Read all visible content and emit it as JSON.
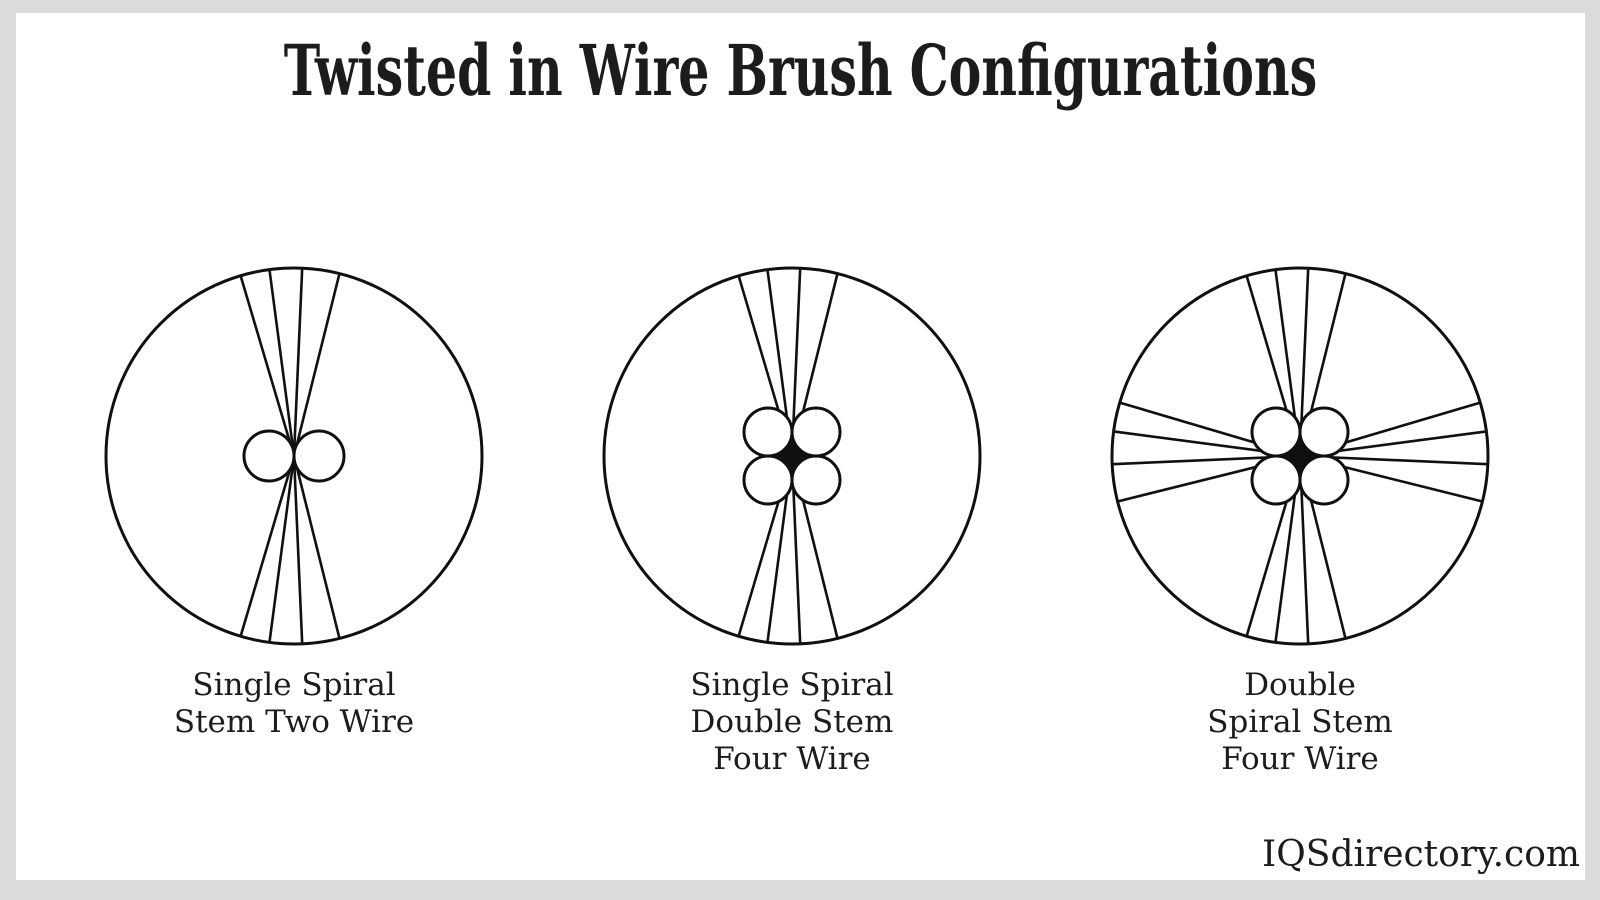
{
  "title": "Twisted in Wire Brush Configurations",
  "watermark": "IQSdirectory.com",
  "colors": {
    "page_background": "#dbdbdb",
    "card_background": "#ffffff",
    "line": "#101010",
    "text": "#1c1c1c"
  },
  "diagrams": [
    {
      "id": "single-spiral-stem-two-wire",
      "label_lines": [
        "Single Spiral",
        "Stem Two Wire"
      ],
      "stem_layout": "two-horizontal",
      "wire_count": 2,
      "fan_directions": [
        "up",
        "down"
      ],
      "fan_angles_deg": [
        -16.5,
        -7.5,
        2.5,
        14
      ],
      "outer_radius": 188,
      "wire_circle_radius": 25,
      "has_center_diamond": false
    },
    {
      "id": "single-spiral-double-stem-four-wire",
      "label_lines": [
        "Single Spiral",
        "Double Stem",
        "Four Wire"
      ],
      "stem_layout": "four-quad",
      "wire_count": 4,
      "fan_directions": [
        "up",
        "down"
      ],
      "fan_angles_deg": [
        -16.5,
        -7.5,
        2.5,
        14
      ],
      "outer_radius": 188,
      "wire_circle_radius": 24,
      "has_center_diamond": true
    },
    {
      "id": "double-spiral-stem-four-wire",
      "label_lines": [
        "Double",
        "Spiral Stem",
        "Four Wire"
      ],
      "stem_layout": "four-quad",
      "wire_count": 4,
      "fan_directions": [
        "up",
        "down",
        "left",
        "right"
      ],
      "fan_angles_deg": [
        -16.5,
        -7.5,
        2.5,
        14
      ],
      "outer_radius": 188,
      "wire_circle_radius": 24,
      "has_center_diamond": true
    }
  ]
}
